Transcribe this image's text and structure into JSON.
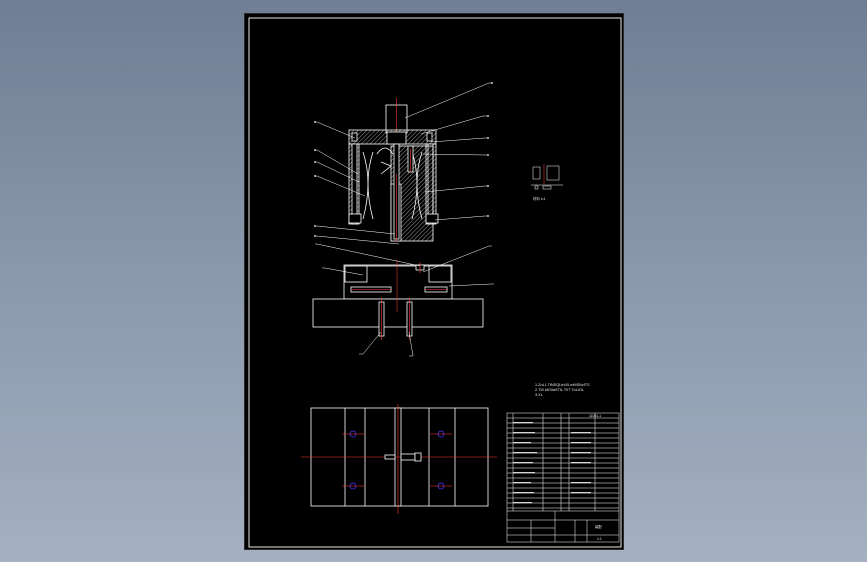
{
  "viewer": {
    "background": "#7f8da3"
  },
  "drawing": {
    "sheet_color": "#000000",
    "line_color": "#ffffff",
    "hatch_color": "#e8e8e8",
    "accent_color": "#ff3b2f",
    "center_line_color": "#ff2a2a",
    "hidden_line_color": "#3b3bff",
    "tech_note_lines": [
      "1.ZnLL TtNSQLtnIXLmMSNzITS",
      "2.TM bKSIaSTIL TlIT TnLtOL",
      "3.XL"
    ],
    "title_block": {
      "drawing_number": "11001-1",
      "name_cell": "装配",
      "scale": "1:1"
    }
  }
}
